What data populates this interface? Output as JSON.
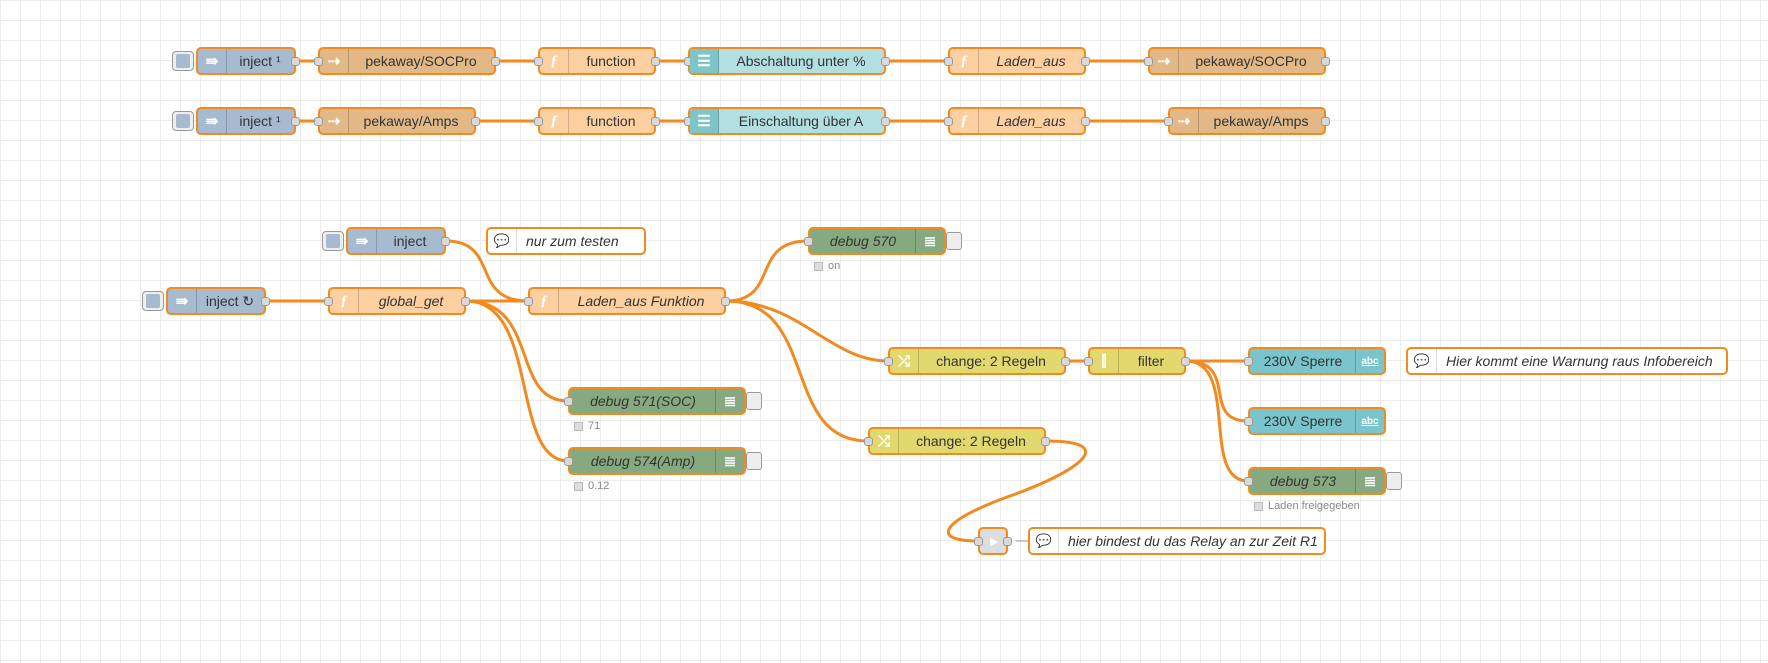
{
  "flow": {
    "row1": {
      "inject": "inject ¹",
      "mqtt_in": "pekaway/SOCPro",
      "function": "function",
      "switch": "Abschaltung unter %",
      "laden": "Laden_aus",
      "mqtt_out": "pekaway/SOCPro"
    },
    "row2": {
      "inject": "inject ¹",
      "mqtt_in": "pekaway/Amps",
      "function": "function",
      "switch": "Einschaltung über A",
      "laden": "Laden_aus",
      "mqtt_out": "pekaway/Amps"
    },
    "lower": {
      "inject_test": "inject",
      "comment_test": "nur zum testen",
      "inject_repeat": "inject ↻",
      "global_get": "global_get",
      "laden_funktion": "Laden_aus Funktion",
      "debug570": {
        "label": "debug 570",
        "status": "on"
      },
      "debug571": {
        "label": "debug 571(SOC)",
        "status": "71"
      },
      "debug574": {
        "label": "debug 574(Amp)",
        "status": "0.12"
      },
      "change1": "change: 2 Regeln",
      "filter": "filter",
      "sperre1": "230V Sperre",
      "sperre2": "230V Sperre",
      "comment_warn": "Hier kommt eine Warnung raus Infobereich",
      "debug573": {
        "label": "debug 573",
        "status": "Laden freigegeben"
      },
      "change2": "change: 2 Regeln",
      "comment_relay": "hier bindest du das Relay an zur Zeit R1"
    }
  },
  "colors": {
    "wire": "#f28a1f",
    "inject": "#a6bbcf",
    "mqtt": "#d8bfd8",
    "function": "#fdd0a2",
    "switch": "#b2dfe2",
    "debug": "#87a980",
    "change": "#e2d96e",
    "ui_text": "#7ac5cd"
  },
  "icons": {
    "inject": "arrow-in-icon",
    "mqtt": "file-arrow-icon",
    "function": "function-icon",
    "switch": "sliders-icon",
    "debug": "list-icon",
    "change": "shuffle-icon",
    "filter": "filter-icon",
    "ui_text": "abc-icon",
    "comment": "speech-bubble-icon",
    "link": "link-out-icon"
  }
}
